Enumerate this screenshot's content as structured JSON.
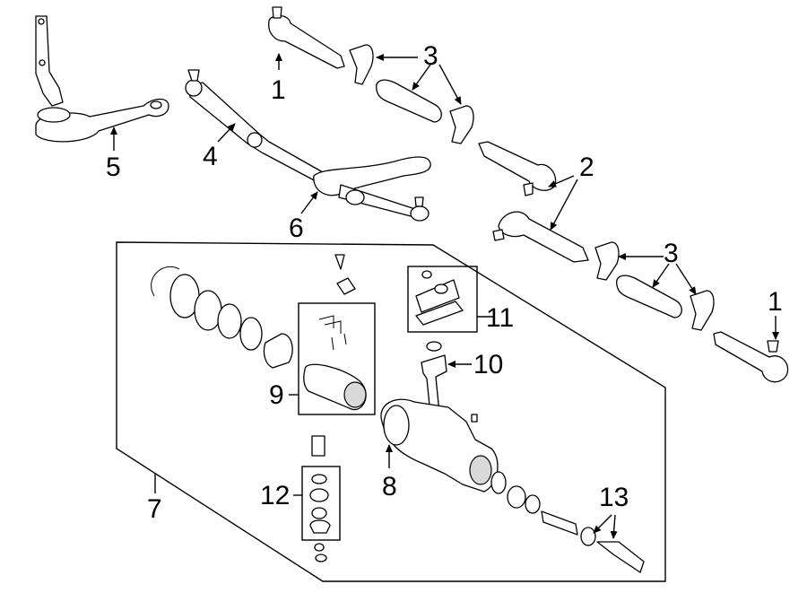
{
  "callouts": {
    "c1a": "1",
    "c1b": "1",
    "c2": "2",
    "c3a": "3",
    "c3b": "3",
    "c4": "4",
    "c5": "5",
    "c6": "6",
    "c7": "7",
    "c8": "8",
    "c9": "9",
    "c10": "10",
    "c11": "11",
    "c12": "12",
    "c13": "13"
  }
}
